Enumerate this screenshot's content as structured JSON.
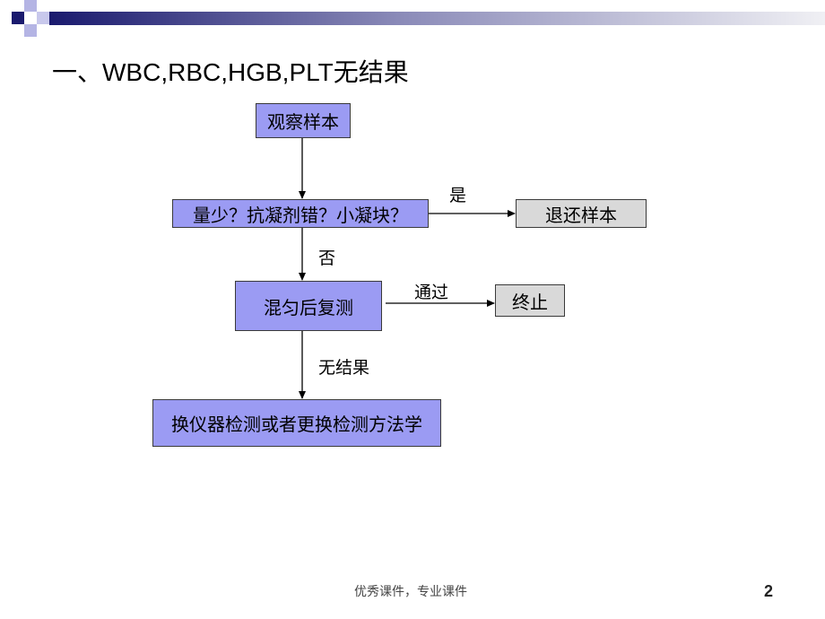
{
  "slide": {
    "title": "一、WBC,RBC,HGB,PLT无结果",
    "colors": {
      "accent": "#1a1a6e",
      "primary_box": "#9b9bf3",
      "secondary_box": "#d9d9d9"
    }
  },
  "flowchart": {
    "nodes": [
      {
        "label": "观察样本"
      },
      {
        "label": "量少？抗凝剂错？小凝块？"
      },
      {
        "label": "退还样本"
      },
      {
        "label": "混匀后复测"
      },
      {
        "label": "终止"
      },
      {
        "label": "换仪器检测或者更换检测方法学"
      }
    ],
    "edges": [
      {
        "label": "是"
      },
      {
        "label": "否"
      },
      {
        "label": "通过"
      },
      {
        "label": "无结果"
      }
    ]
  },
  "footer": {
    "text": "优秀课件，专业课件",
    "page_number": "2"
  }
}
